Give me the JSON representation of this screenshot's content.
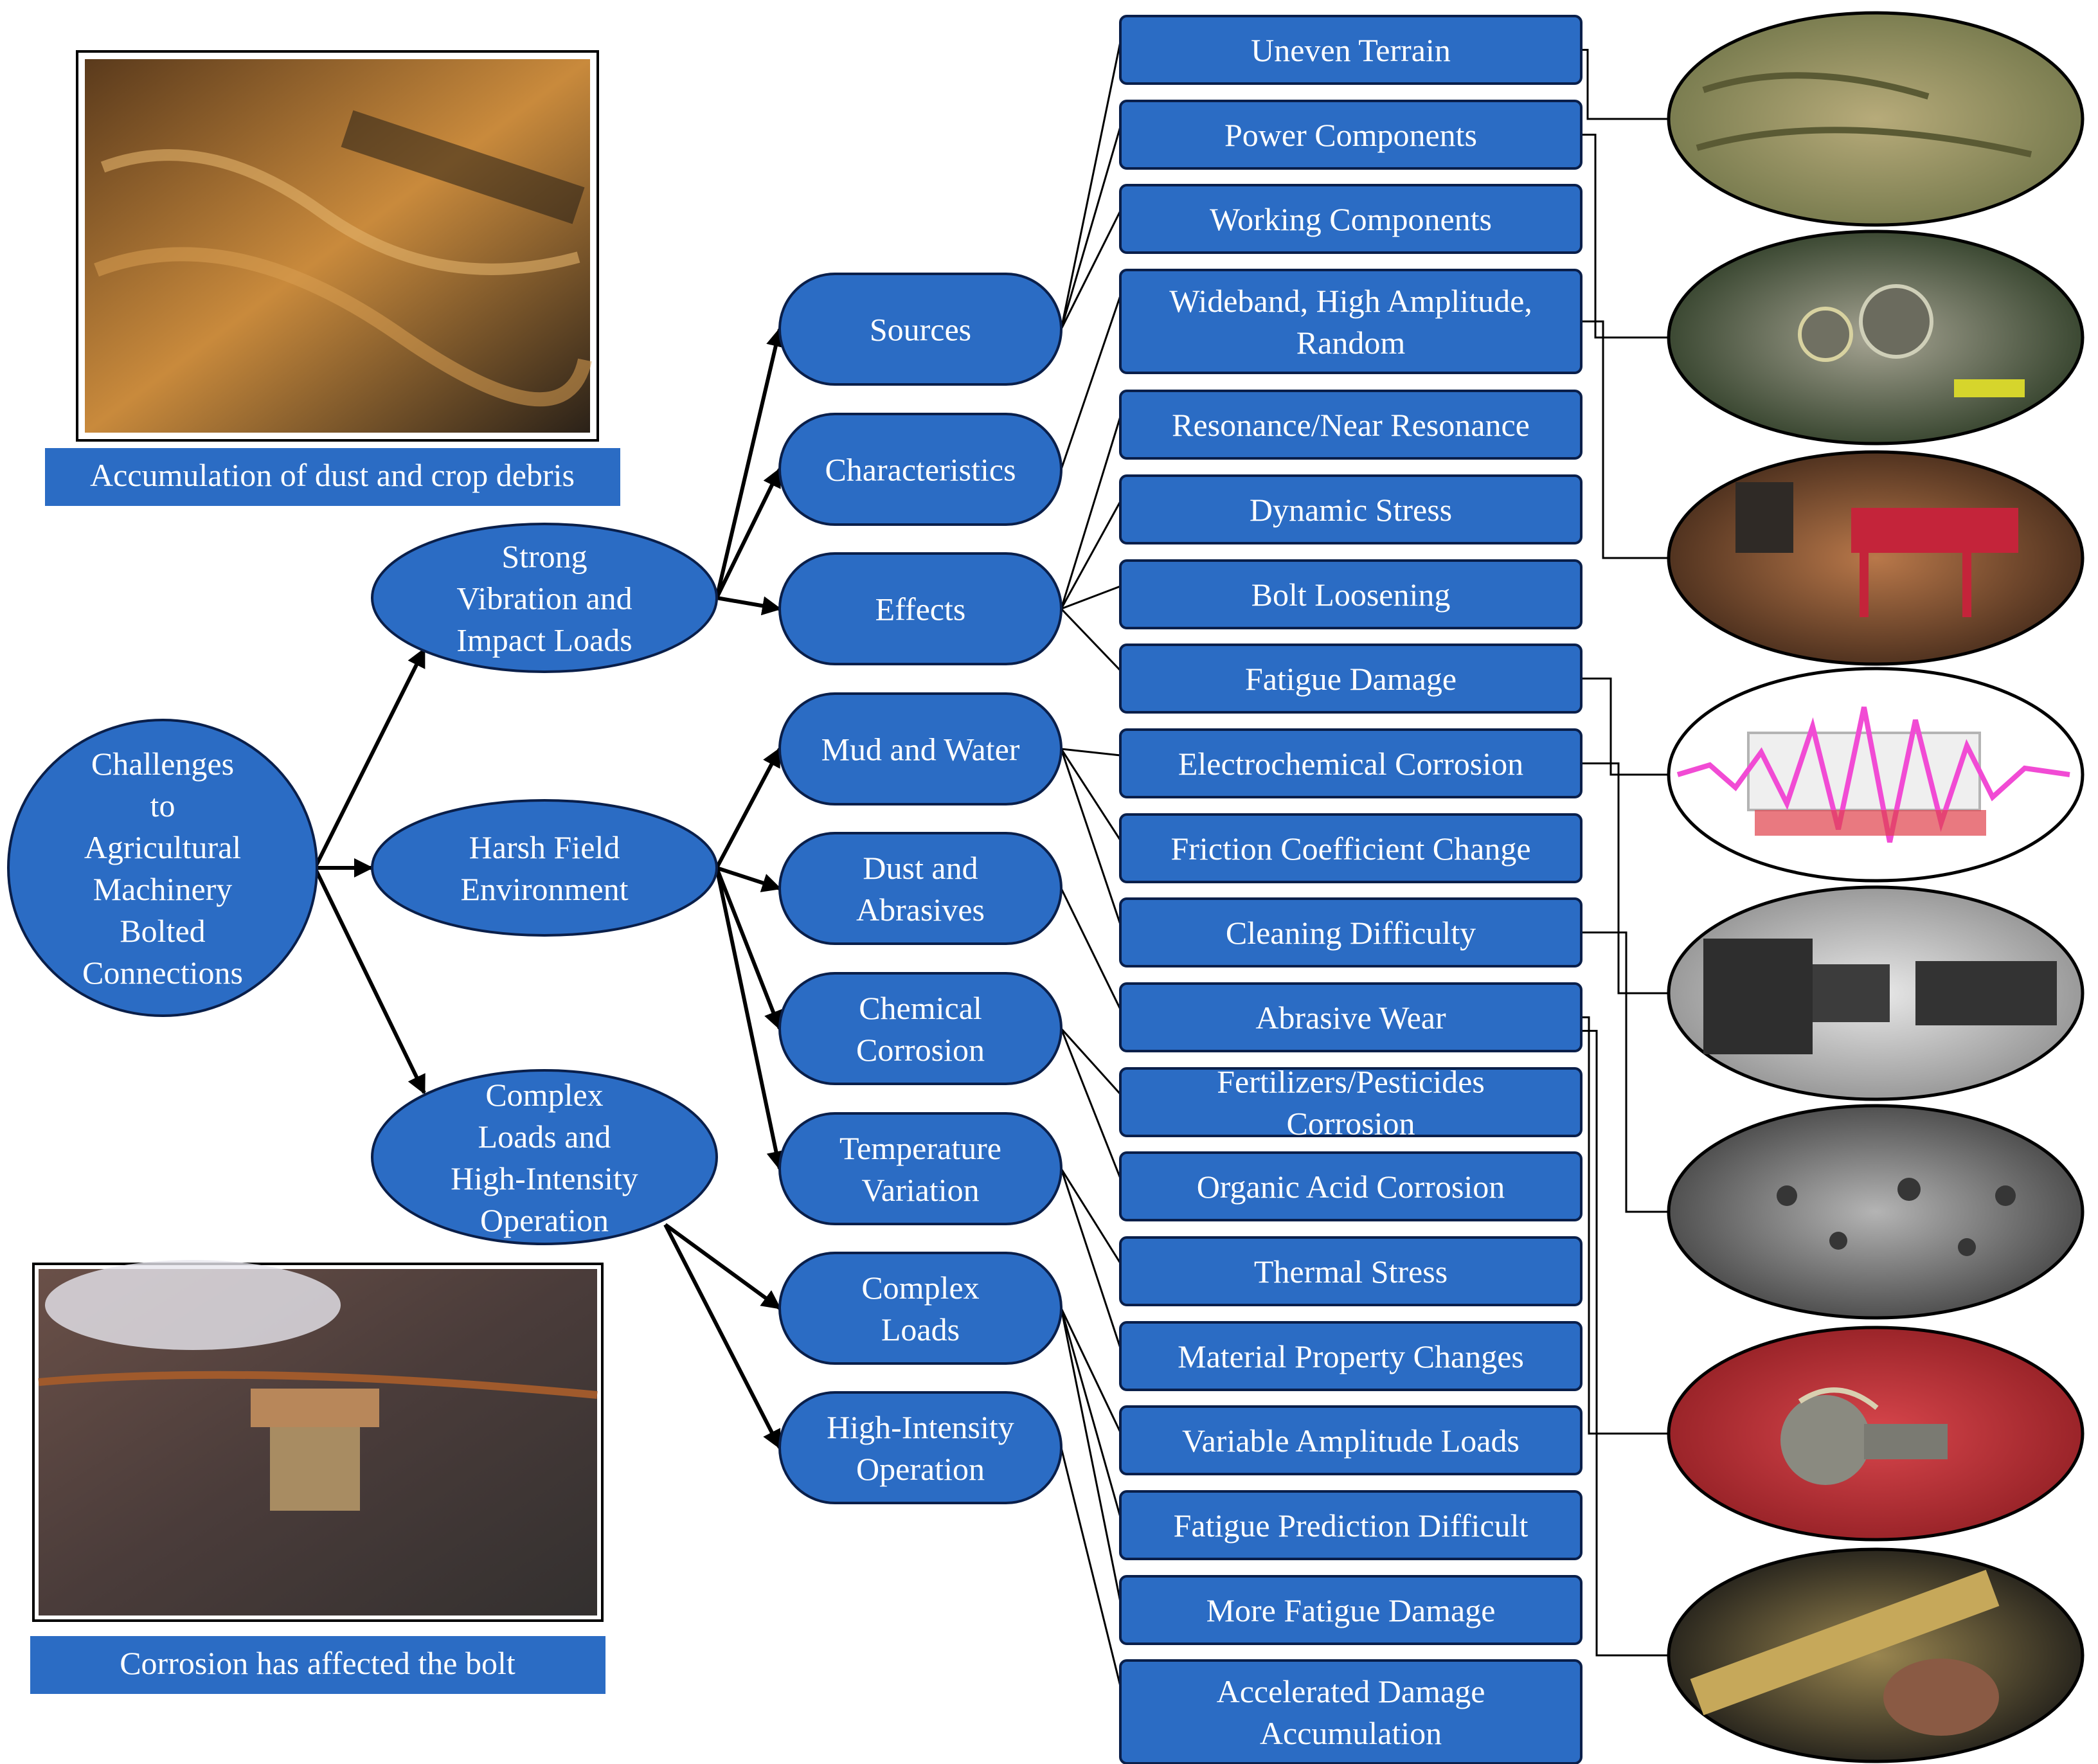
{
  "root": {
    "lines": [
      "Challenges",
      "to",
      "Agricultural",
      "Machinery",
      "Bolted",
      "Connections"
    ]
  },
  "categories": [
    {
      "id": "vibration",
      "lines": [
        "Strong",
        "Vibration and",
        "Impact Loads"
      ]
    },
    {
      "id": "environment",
      "lines": [
        "Harsh Field",
        "Environment"
      ]
    },
    {
      "id": "loads",
      "lines": [
        "Complex",
        "Loads and",
        "High-Intensity",
        "Operation"
      ]
    }
  ],
  "subcategories": [
    {
      "id": "sources",
      "lines": [
        "Sources"
      ]
    },
    {
      "id": "characteristics",
      "lines": [
        "Characteristics"
      ]
    },
    {
      "id": "effects",
      "lines": [
        "Effects"
      ]
    },
    {
      "id": "mud",
      "lines": [
        "Mud and Water"
      ]
    },
    {
      "id": "dust",
      "lines": [
        "Dust and",
        "Abrasives"
      ]
    },
    {
      "id": "chemical",
      "lines": [
        "Chemical",
        "Corrosion"
      ]
    },
    {
      "id": "temperature",
      "lines": [
        "Temperature",
        "Variation"
      ]
    },
    {
      "id": "complex",
      "lines": [
        "Complex",
        "Loads"
      ]
    },
    {
      "id": "intensity",
      "lines": [
        "High-Intensity",
        "Operation"
      ]
    }
  ],
  "items": [
    {
      "id": "uneven-terrain",
      "lines": [
        "Uneven Terrain"
      ]
    },
    {
      "id": "power-components",
      "lines": [
        "Power Components"
      ]
    },
    {
      "id": "working-components",
      "lines": [
        "Working Components"
      ]
    },
    {
      "id": "wideband",
      "lines": [
        "Wideband, High Amplitude,",
        "Random"
      ]
    },
    {
      "id": "resonance",
      "lines": [
        "Resonance/Near Resonance"
      ]
    },
    {
      "id": "dynamic-stress",
      "lines": [
        "Dynamic Stress"
      ]
    },
    {
      "id": "bolt-loosening",
      "lines": [
        "Bolt Loosening"
      ]
    },
    {
      "id": "fatigue-damage",
      "lines": [
        "Fatigue Damage"
      ]
    },
    {
      "id": "electrochemical",
      "lines": [
        "Electrochemical Corrosion"
      ]
    },
    {
      "id": "friction",
      "lines": [
        "Friction Coefficient Change"
      ]
    },
    {
      "id": "cleaning",
      "lines": [
        "Cleaning Difficulty"
      ]
    },
    {
      "id": "abrasive-wear",
      "lines": [
        "Abrasive Wear"
      ]
    },
    {
      "id": "fertilizers",
      "lines": [
        "Fertilizers/Pesticides",
        "Corrosion"
      ]
    },
    {
      "id": "organic-acid",
      "lines": [
        "Organic Acid Corrosion"
      ]
    },
    {
      "id": "thermal-stress",
      "lines": [
        "Thermal Stress"
      ]
    },
    {
      "id": "material-property",
      "lines": [
        "Material Property Changes"
      ]
    },
    {
      "id": "variable-amplitude",
      "lines": [
        "Variable Amplitude Loads"
      ]
    },
    {
      "id": "fatigue-prediction",
      "lines": [
        "Fatigue Prediction Difficult"
      ]
    },
    {
      "id": "more-fatigue",
      "lines": [
        "More Fatigue Damage"
      ]
    },
    {
      "id": "accelerated-damage",
      "lines": [
        "Accelerated Damage",
        "Accumulation"
      ]
    }
  ],
  "captions": {
    "debris": "Accumulation of dust and crop debris",
    "corrosion": "Corrosion has affected the bolt"
  },
  "photos": [
    "terrain-photo",
    "gearbox-photo",
    "tiller-photo",
    "vibration-signal-photo",
    "broken-bolt-photo",
    "worn-surface-photo",
    "debris-bolt-photo",
    "threaded-bolt-photo"
  ],
  "colors": {
    "node": "#2b6cc4",
    "node_border": "#0a1f4a",
    "text": "#ffffff",
    "line": "#000000"
  }
}
